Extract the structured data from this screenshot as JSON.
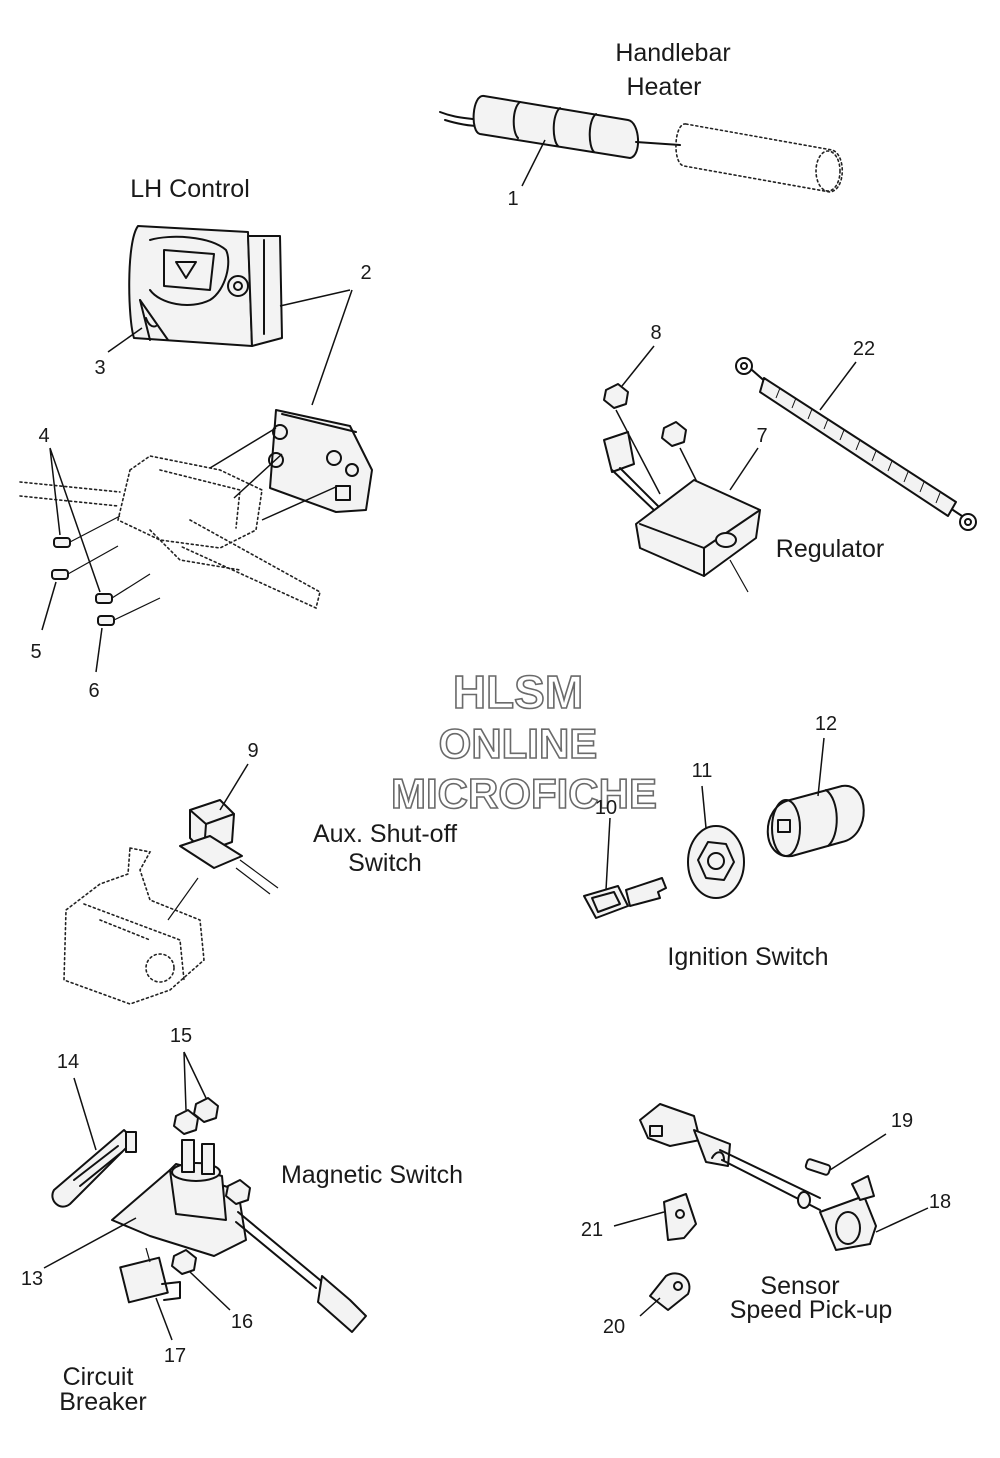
{
  "watermark": {
    "line1": "HLSM",
    "line2": "ONLINE",
    "line3": "MICROFICHE"
  },
  "groups": {
    "handlebar_heater": {
      "line1": "Handlebar",
      "line2": "Heater"
    },
    "lh_control": {
      "line1": "LH Control"
    },
    "regulator": {
      "line1": "Regulator"
    },
    "aux_shutoff": {
      "line1": "Aux. Shut-off",
      "line2": "Switch"
    },
    "ignition": {
      "line1": "Ignition Switch"
    },
    "magnetic": {
      "line1": "Magnetic Switch"
    },
    "circuit_breaker": {
      "line1": "Circuit",
      "line2": "Breaker"
    },
    "sensor": {
      "line1": "Sensor",
      "line2": "Speed Pick-up"
    }
  },
  "callouts": {
    "c1": "1",
    "c2": "2",
    "c3": "3",
    "c4": "4",
    "c5": "5",
    "c6": "6",
    "c7": "7",
    "c8": "8",
    "c9": "9",
    "c10": "10",
    "c11": "11",
    "c12": "12",
    "c13": "13",
    "c14": "14",
    "c15": "15",
    "c16": "16",
    "c17": "17",
    "c18": "18",
    "c19": "19",
    "c20": "20",
    "c21": "21",
    "c22": "22"
  }
}
